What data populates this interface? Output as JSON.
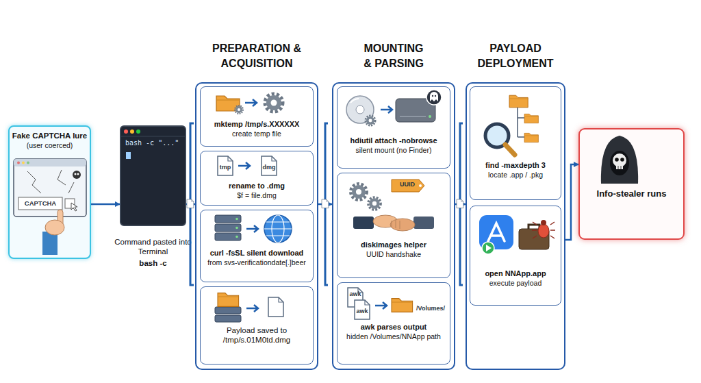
{
  "diagram": {
    "nodes": [
      {
        "text": [
          "Fake CAPTCHA lure",
          "(user coerced)"
        ]
      },
      {
        "text": [
          "bash -c \"...\"",
          "Command pasted into Terminal",
          "bash -c"
        ]
      },
      {
        "text": [
          "PREPARATION & ACQUISITION"
        ]
      },
      {
        "text": [
          "mktemp /tmp/s.XXXXXX",
          "create temp file"
        ],
        "in": 2
      },
      {
        "text": [
          "rename to .dmg",
          "$f = file.dmg"
        ],
        "in": 2
      },
      {
        "text": [
          "curl -fsSL silent download",
          "from svs-verificationdate[.]beer"
        ],
        "in": 2
      },
      {
        "text": [
          "Payload saved to /tmp/s.01M0td.dmg"
        ],
        "in": 2
      },
      {
        "text": [
          "MOUNTING & PARSING"
        ]
      },
      {
        "text": [
          "hdiutil attach -nobrowse",
          "silent mount (no Finder)"
        ],
        "in": 7
      },
      {
        "text": [
          "diskimages helper",
          "UUID handshake"
        ],
        "in": 7
      },
      {
        "text": [
          "awk parses output",
          "hidden /Volumes/NNApp path"
        ],
        "in": 7
      },
      {
        "text": [
          "PAYLOAD DEPLOYMENT"
        ]
      },
      {
        "text": [
          "find -maxdepth 3",
          "locate .app / .pkg"
        ],
        "in": 11
      },
      {
        "text": [
          "open NNApp.app",
          "execute payload"
        ],
        "in": 11
      },
      {
        "text": [
          "Info-stealer runs"
        ]
      }
    ],
    "edges": [
      {
        "from": 0,
        "to": 1,
        "arrow": "to"
      },
      {
        "from": 1,
        "to": 2,
        "arrow": "to"
      },
      {
        "from": 2,
        "to": 7,
        "arrow": "to"
      },
      {
        "from": 7,
        "to": 11,
        "arrow": "to"
      },
      {
        "from": 11,
        "to": 14,
        "arrow": "to"
      }
    ],
    "labels": [
      "CAPTCHA",
      "tmp",
      "dmg",
      "UUID",
      "awk",
      "awk",
      "/Volumes/"
    ]
  }
}
